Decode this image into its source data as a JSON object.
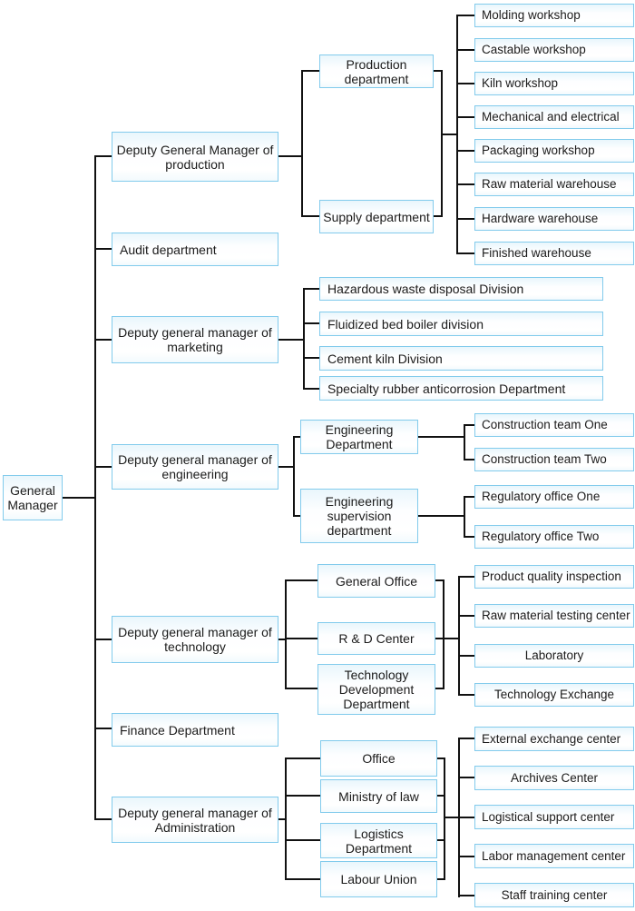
{
  "colors": {
    "box_border": "#82cbec",
    "line": "#111111",
    "box_fill_top": "#e9f6fc"
  },
  "root": {
    "label": "General Manager"
  },
  "branches": [
    {
      "label": "Deputy General Manager of production",
      "departments": [
        {
          "label": "Production department"
        },
        {
          "label": "Supply department"
        }
      ],
      "units": [
        "Molding workshop",
        "Castable workshop",
        "Kiln workshop",
        "Mechanical and electrical",
        "Packaging workshop",
        "Raw material warehouse",
        "Hardware warehouse",
        "Finished warehouse"
      ]
    },
    {
      "label": "Audit department"
    },
    {
      "label": "Deputy general manager of marketing",
      "departments": [
        {
          "label": "Hazardous waste disposal Division"
        },
        {
          "label": "Fluidized bed boiler division"
        },
        {
          "label": "Cement kiln Division"
        },
        {
          "label": "Specialty rubber anticorrosion Department"
        }
      ]
    },
    {
      "label": "Deputy general manager of engineering",
      "departments": [
        {
          "label": "Engineering Department",
          "units": [
            "Construction team One",
            "Construction team Two"
          ]
        },
        {
          "label": "Engineering supervision department",
          "units": [
            "Regulatory office One",
            "Regulatory office Two"
          ]
        }
      ]
    },
    {
      "label": "Deputy general manager of technology",
      "departments": [
        {
          "label": "General Office"
        },
        {
          "label": "R & D Center"
        },
        {
          "label": "Technology Development Department"
        }
      ],
      "units": [
        "Product quality inspection",
        "Raw material testing center",
        "Laboratory",
        "Technology Exchange"
      ]
    },
    {
      "label": "Finance Department"
    },
    {
      "label": "Deputy general manager of Administration",
      "departments": [
        {
          "label": "Office"
        },
        {
          "label": "Ministry of law"
        },
        {
          "label": "Logistics Department"
        },
        {
          "label": "Labour Union"
        }
      ],
      "units": [
        "External exchange center",
        "Archives Center",
        "Logistical support center",
        "Labor management center",
        "Staff training center"
      ]
    }
  ]
}
